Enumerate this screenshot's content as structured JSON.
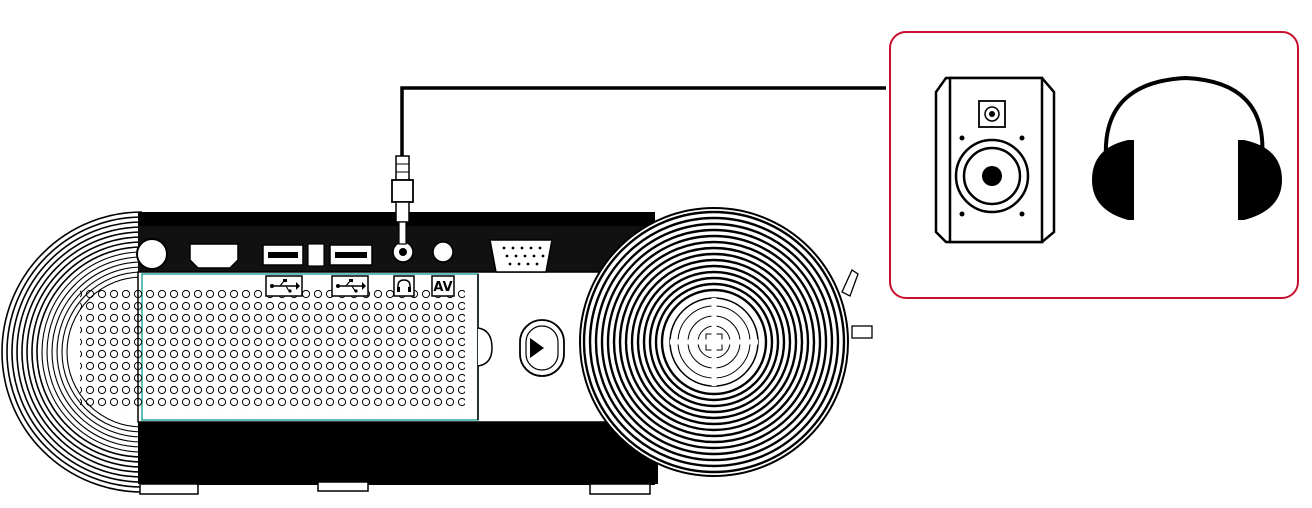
{
  "ports": {
    "usb_1": {
      "icon": "usb-icon"
    },
    "usb_2": {
      "icon": "usb-icon"
    },
    "audio_out": {
      "icon": "headphone-icon"
    },
    "av": {
      "label": "AV"
    }
  },
  "output_devices": [
    {
      "name": "speaker",
      "icon": "speaker-icon"
    },
    {
      "name": "headphones",
      "icon": "headphones-icon"
    }
  ],
  "colors": {
    "outline": "#000000",
    "highlight_box": "#c8102e",
    "accent_line": "#2aa7a0"
  }
}
